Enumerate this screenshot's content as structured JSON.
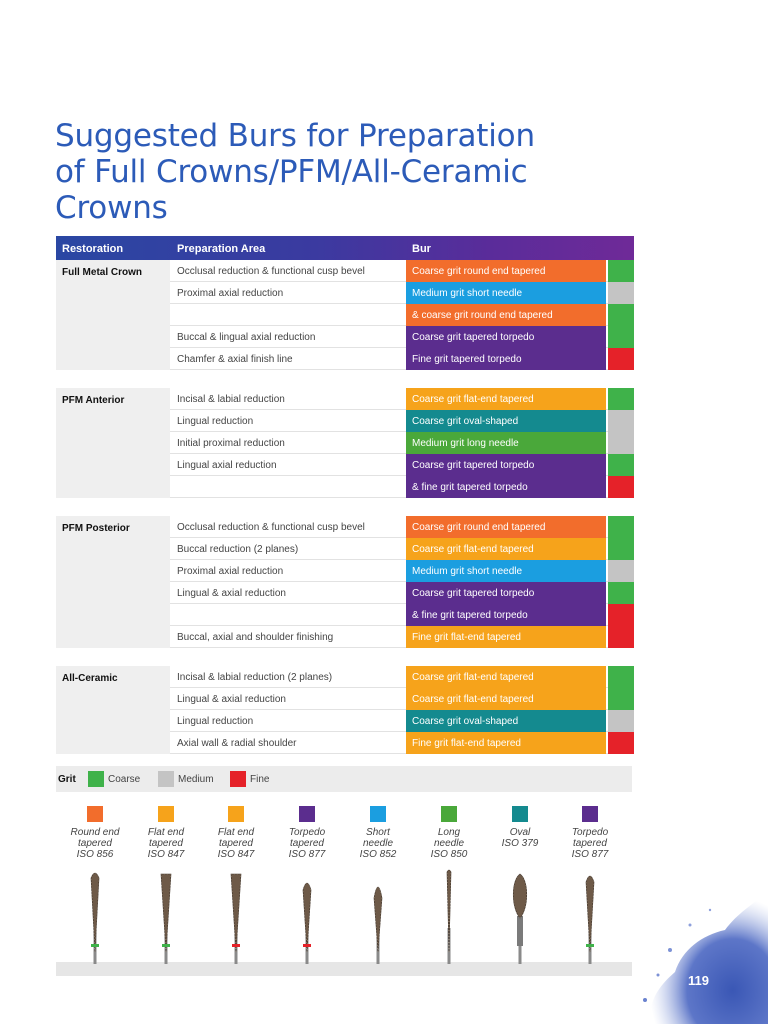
{
  "title_lines": [
    "Suggested Burs for Preparation",
    "of Full Crowns/PFM/All-Ceramic",
    "Crowns"
  ],
  "table": {
    "headers": {
      "restoration": "Restoration",
      "area": "Preparation Area",
      "bur": "Bur"
    },
    "groups": [
      {
        "restoration": "Full Metal Crown",
        "rows": [
          {
            "area": "Occlusal reduction & functional cusp bevel",
            "bur": "Coarse grit round end tapered",
            "bur_color": "#f26d2c",
            "grit": "coarse"
          },
          {
            "area": "Proximal axial reduction",
            "bur": "Medium grit short needle",
            "bur_color": "#1b9ee0",
            "grit": "medium"
          },
          {
            "area": "",
            "bur": "& coarse grit round end tapered",
            "bur_color": "#f26d2c",
            "grit": "coarse"
          },
          {
            "area": "Buccal & lingual axial reduction",
            "bur": "Coarse grit tapered torpedo",
            "bur_color": "#5b2d8e",
            "grit": "coarse"
          },
          {
            "area": "Chamfer & axial finish line",
            "bur": "Fine grit tapered torpedo",
            "bur_color": "#5b2d8e",
            "grit": "fine"
          }
        ]
      },
      {
        "restoration": "PFM Anterior",
        "rows": [
          {
            "area": "Incisal & labial reduction",
            "bur": "Coarse grit flat-end tapered",
            "bur_color": "#f6a31b",
            "grit": "coarse"
          },
          {
            "area": "Lingual reduction",
            "bur": "Coarse grit oval-shaped",
            "bur_color": "#148a8f",
            "grit": "medium"
          },
          {
            "area": "Initial proximal reduction",
            "bur": "Medium grit long needle",
            "bur_color": "#4aa83a",
            "grit": "medium"
          },
          {
            "area": "Lingual axial reduction",
            "bur": "Coarse grit tapered torpedo",
            "bur_color": "#5b2d8e",
            "grit": "coarse"
          },
          {
            "area": "",
            "bur": "& fine grit tapered torpedo",
            "bur_color": "#5b2d8e",
            "grit": "fine"
          }
        ]
      },
      {
        "restoration": "PFM Posterior",
        "rows": [
          {
            "area": "Occlusal reduction & functional cusp bevel",
            "bur": "Coarse grit round end tapered",
            "bur_color": "#f26d2c",
            "grit": "coarse"
          },
          {
            "area": "Buccal reduction (2 planes)",
            "bur": "Coarse grit flat-end tapered",
            "bur_color": "#f6a31b",
            "grit": "coarse"
          },
          {
            "area": "Proximal axial reduction",
            "bur": "Medium grit short needle",
            "bur_color": "#1b9ee0",
            "grit": "medium"
          },
          {
            "area": "Lingual & axial reduction",
            "bur": "Coarse grit tapered torpedo",
            "bur_color": "#5b2d8e",
            "grit": "coarse"
          },
          {
            "area": "",
            "bur": "& fine grit tapered torpedo",
            "bur_color": "#5b2d8e",
            "grit": "fine"
          },
          {
            "area": "Buccal, axial and shoulder finishing",
            "bur": "Fine grit flat-end tapered",
            "bur_color": "#f6a31b",
            "grit": "fine"
          }
        ]
      },
      {
        "restoration": "All-Ceramic",
        "rows": [
          {
            "area": "Incisal & labial reduction (2 planes)",
            "bur": "Coarse grit flat-end tapered",
            "bur_color": "#f6a31b",
            "grit": "coarse"
          },
          {
            "area": "Lingual & axial reduction",
            "bur": "Coarse grit flat-end tapered",
            "bur_color": "#f6a31b",
            "grit": "coarse"
          },
          {
            "area": "Lingual reduction",
            "bur": "Coarse grit oval-shaped",
            "bur_color": "#148a8f",
            "grit": "medium"
          },
          {
            "area": "Axial wall & radial shoulder",
            "bur": "Fine grit flat-end tapered",
            "bur_color": "#f6a31b",
            "grit": "fine"
          }
        ]
      }
    ]
  },
  "grit_colors": {
    "coarse": "#3fb24a",
    "medium": "#c4c4c4",
    "fine": "#e52229"
  },
  "legend": {
    "title": "Grit",
    "coarse": "Coarse",
    "medium": "Medium",
    "fine": "Fine"
  },
  "bur_shapes": [
    {
      "lines": [
        "Round end",
        "tapered",
        "ISO 856"
      ],
      "color": "#f26d2c",
      "band": "#3fb24a",
      "shape": "round-end"
    },
    {
      "lines": [
        "Flat end",
        "tapered",
        "ISO 847"
      ],
      "color": "#f6a31b",
      "band": "#3fb24a",
      "shape": "flat-end"
    },
    {
      "lines": [
        "Flat end",
        "tapered",
        "ISO 847"
      ],
      "color": "#f6a31b",
      "band": "#e52229",
      "shape": "flat-end"
    },
    {
      "lines": [
        "Torpedo",
        "tapered",
        "ISO 877"
      ],
      "color": "#5b2d8e",
      "band": "#e52229",
      "shape": "torpedo"
    },
    {
      "lines": [
        "Short",
        "needle",
        "ISO 852"
      ],
      "color": "#1b9ee0",
      "band": "",
      "shape": "short-needle"
    },
    {
      "lines": [
        "Long",
        "needle",
        "ISO 850"
      ],
      "color": "#4aa83a",
      "band": "",
      "shape": "long-needle"
    },
    {
      "lines": [
        "Oval",
        "ISO 379"
      ],
      "color": "#148a8f",
      "band": "",
      "shape": "oval"
    },
    {
      "lines": [
        "Torpedo",
        "tapered",
        "ISO 877"
      ],
      "color": "#5b2d8e",
      "band": "#3fb24a",
      "shape": "torpedo-long"
    }
  ],
  "page_number": "119"
}
